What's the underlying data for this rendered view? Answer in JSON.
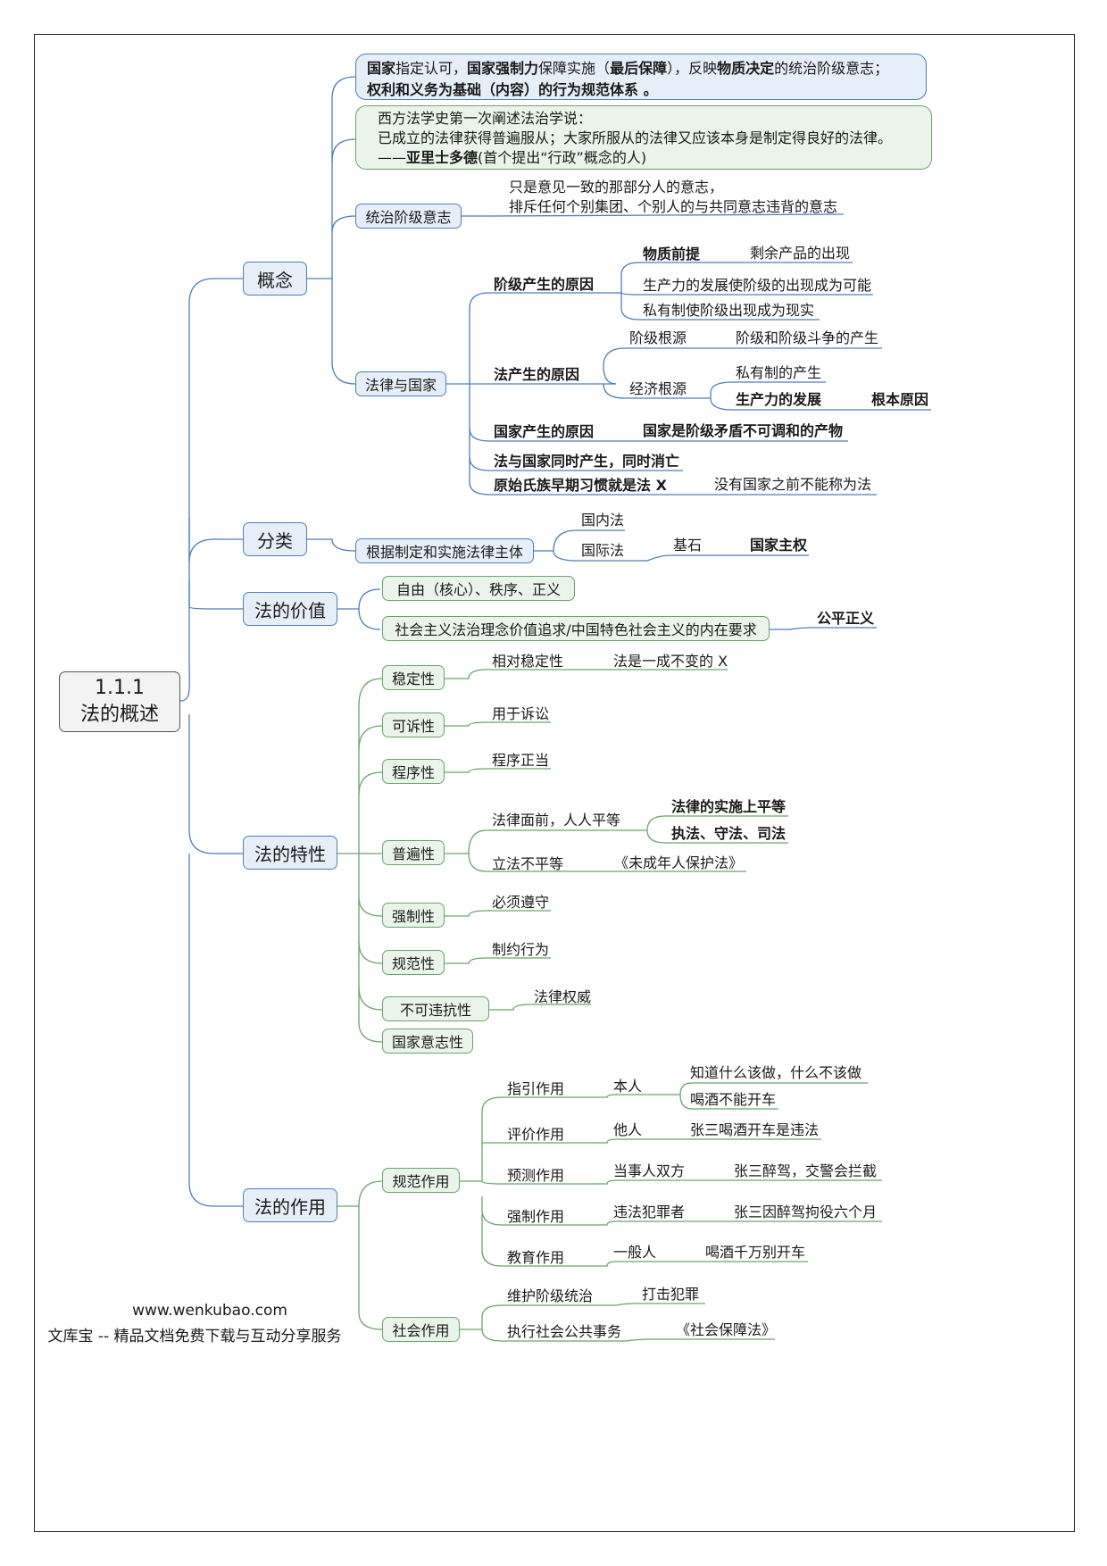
{
  "root": {
    "line1": "1.1.1",
    "line2": "法的概述"
  },
  "concept": {
    "label": "概念",
    "def1_parts": [
      "国家",
      "指定认可，",
      "国家强制力",
      "保障实施（",
      "最后保障",
      "），反映",
      "物质决定",
      "的统治阶级意志；"
    ],
    "def2": "权利和义务为基础（内容）的行为规范体系 。",
    "western": {
      "line1": "西方法学史第一次阐述法治学说：",
      "line2": "已成立的法律获得普遍服从；大家所服从的法律又应该本身是制定得良好的法律。",
      "line3_prefix": "——",
      "line3_name": "亚里士多德",
      "line3_suffix": "(首个提出“行政”概念的人)"
    },
    "ruling_will": {
      "label": "统治阶级意志",
      "line1": "只是意见一致的那部分人的意志，",
      "line2": "排斥任何个别集团、个别人的与共同意志违背的意志"
    },
    "law_state": {
      "label": "法律与国家",
      "class_origin": {
        "label": "阶级产生的原因",
        "material": "物质前提",
        "surplus": "剩余产品的出现",
        "productivity": "生产力的发展使阶级的出现成为可能",
        "private": "私有制使阶级出现成为现实"
      },
      "law_origin": {
        "label": "法产生的原因",
        "class_root": "阶级根源",
        "class_struggle": "阶级和阶级斗争的产生",
        "econ_root": "经济根源",
        "private_prop": "私有制的产生",
        "prod_dev": "生产力的发展",
        "fundamental": "根本原因"
      },
      "state_origin": {
        "label": "国家产生的原因",
        "value": "国家是阶级矛盾不可调和的产物"
      },
      "simultaneous": "法与国家同时产生，同时消亡",
      "primitive": {
        "label": "原始氏族早期习惯就是法 X",
        "note": "没有国家之前不能称为法"
      }
    }
  },
  "classification": {
    "label": "分类",
    "basis": "根据制定和实施法律主体",
    "domestic": "国内法",
    "international": "国际法",
    "foundation": "基石",
    "sovereignty": "国家主权"
  },
  "value": {
    "label": "法的价值",
    "item1": "自由（核心）、秩序、正义",
    "item2": "社会主义法治理念价值追求/中国特色社会主义的内在要求",
    "justice": "公平正义"
  },
  "features": {
    "label": "法的特性",
    "stability": {
      "label": "稳定性",
      "rel": "相对稳定性",
      "note": "法是一成不变的 X"
    },
    "actionable": {
      "label": "可诉性",
      "note": "用于诉讼"
    },
    "procedural": {
      "label": "程序性",
      "note": "程序正当"
    },
    "universal": {
      "label": "普遍性",
      "equal": "法律面前，人人平等",
      "impl": "法律的实施上平等",
      "enforce": "执法、守法、司法",
      "unequal": "立法不平等",
      "minor": "《未成年人保护法》"
    },
    "coercive": {
      "label": "强制性",
      "note": "必须遵守"
    },
    "normative": {
      "label": "规范性",
      "note": "制约行为"
    },
    "inviolable": {
      "label": "不可违抗性",
      "note": "法律权威"
    },
    "state_will": {
      "label": "国家意志性"
    }
  },
  "functions": {
    "label": "法的作用",
    "norm": {
      "label": "规范作用",
      "guide": {
        "label": "指引作用",
        "who": "本人",
        "a": "知道什么该做，什么不该做",
        "b": "喝酒不能开车"
      },
      "eval": {
        "label": "评价作用",
        "who": "他人",
        "a": "张三喝酒开车是违法"
      },
      "predict": {
        "label": "预测作用",
        "who": "当事人双方",
        "a": "张三醉驾，交警会拦截"
      },
      "force": {
        "label": "强制作用",
        "who": "违法犯罪者",
        "a": "张三因醉驾拘役六个月"
      },
      "edu": {
        "label": "教育作用",
        "who": "一般人",
        "a": "喝酒千万别开车"
      }
    },
    "social": {
      "label": "社会作用",
      "rule": "维护阶级统治",
      "crime": "打击犯罪",
      "public": "执行社会公共事务",
      "security": "《社会保障法》"
    }
  },
  "footer": {
    "url": "www.wenkubao.com",
    "text": "文库宝 -- 精品文档免费下载与互动分享服务"
  },
  "colors": {
    "blue": "#4f7eb5",
    "green": "#6ba36b"
  }
}
